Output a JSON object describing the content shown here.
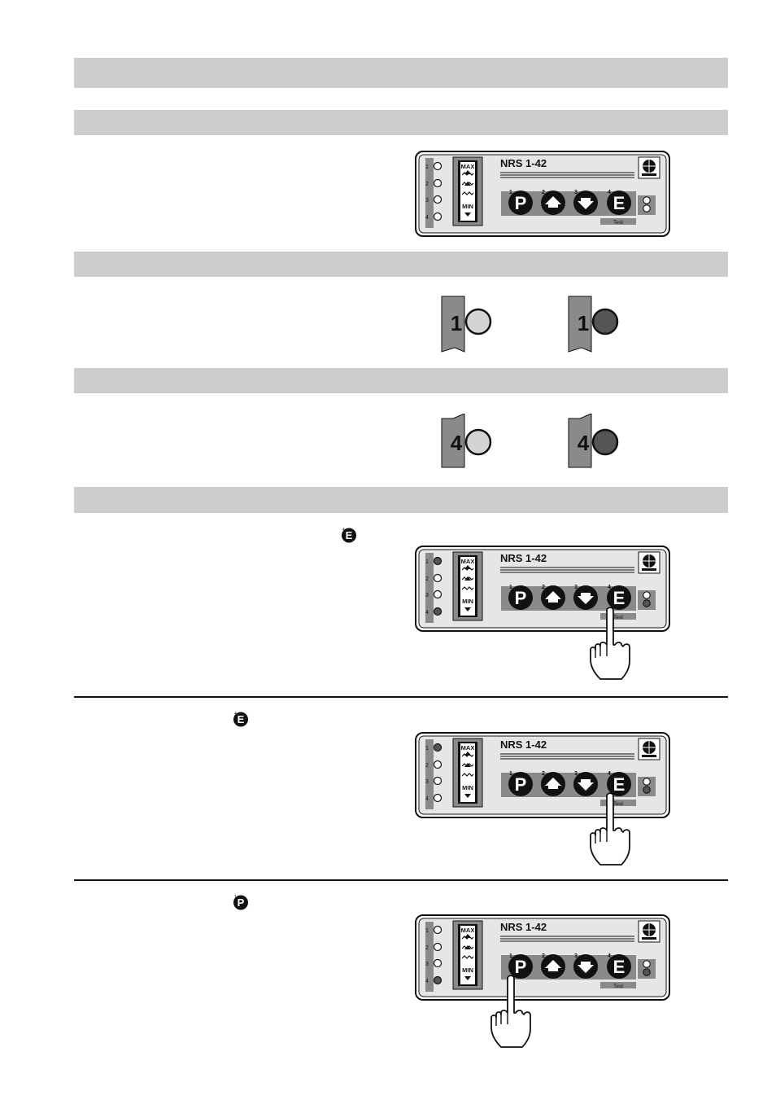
{
  "device": {
    "model_label": "NRS 1-42",
    "level_max_label": "MAX",
    "level_min_label": "MIN",
    "led_numbers": [
      "1",
      "2",
      "3",
      "4"
    ],
    "key_numbers": [
      "1",
      "2",
      "3",
      "4"
    ],
    "key_p_letter": "P",
    "key_e_letter": "E",
    "test_label": "Test"
  },
  "figures": {
    "led_1_label": "1",
    "led_4_label": "4"
  },
  "states": {
    "panel_1": {
      "leds": [
        "off",
        "off",
        "off",
        "off"
      ],
      "status_leds": [
        "off",
        "off"
      ],
      "pressed_key": ""
    },
    "panel_2": {
      "leds": [
        "on",
        "off",
        "off",
        "on"
      ],
      "status_leds": [
        "off",
        "on"
      ],
      "pressed_key": "E"
    },
    "panel_3": {
      "leds": [
        "on",
        "off",
        "off",
        "off"
      ],
      "status_leds": [
        "off",
        "on"
      ],
      "pressed_key": "E"
    },
    "panel_4": {
      "leds": [
        "off",
        "off",
        "off",
        "on"
      ],
      "status_leds": [
        "off",
        "on"
      ],
      "pressed_key": "P"
    }
  },
  "colors": {
    "band": "#cdcdcd",
    "panel_grey": "#8a8a8a",
    "led_off": "#d4d4d4",
    "led_on": "#555555",
    "key": "#111111"
  }
}
